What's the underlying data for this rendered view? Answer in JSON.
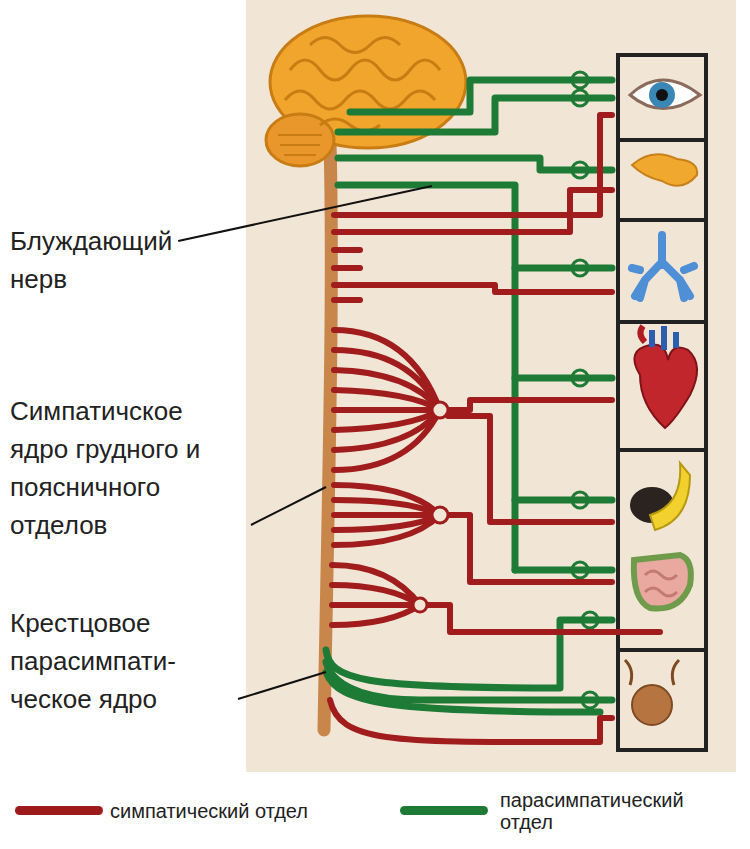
{
  "diagram": {
    "labels": [
      "Блуждающий нерв",
      "Симпатичское ядро грудного и поясничного отделов",
      "Крестцовое парасимпати- ческое ядро"
    ],
    "legend": [
      {
        "text": "симпатический отдел",
        "color": "#9e1b1b"
      },
      {
        "text": "парасимпатический отдел",
        "color": "#1e7b35"
      }
    ]
  }
}
